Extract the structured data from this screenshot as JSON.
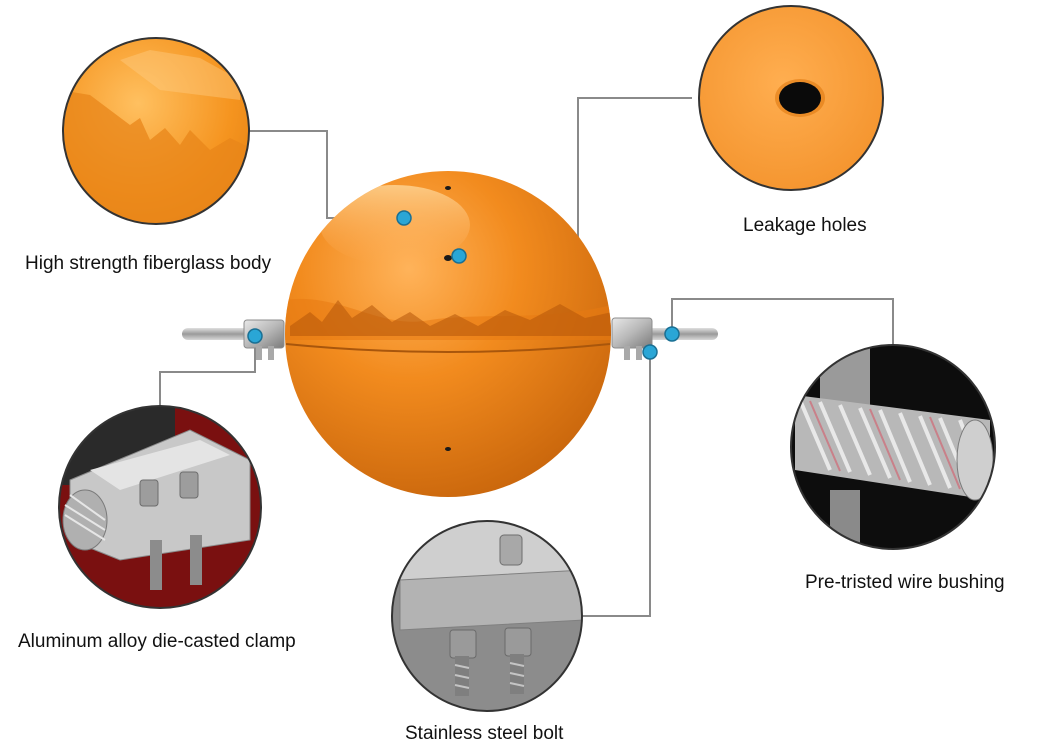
{
  "labels": {
    "fiberglass_body": "High strength fiberglass body",
    "leakage_holes": "Leakage holes",
    "clamp": "Aluminum alloy die-casted clamp",
    "bolt": "Stainless steel bolt",
    "bushing": "Pre-tristed wire bushing"
  },
  "colors": {
    "sphere_orange": "#f08a1c",
    "marker_blue": "#2aa6d6",
    "leader_line": "#8a8a8a",
    "circle_border": "#333333"
  },
  "icons": [
    "sphere-product",
    "fiberglass-detail",
    "leakage-hole-detail",
    "clamp-detail",
    "bolt-detail",
    "wire-bushing-detail",
    "callout-marker"
  ]
}
